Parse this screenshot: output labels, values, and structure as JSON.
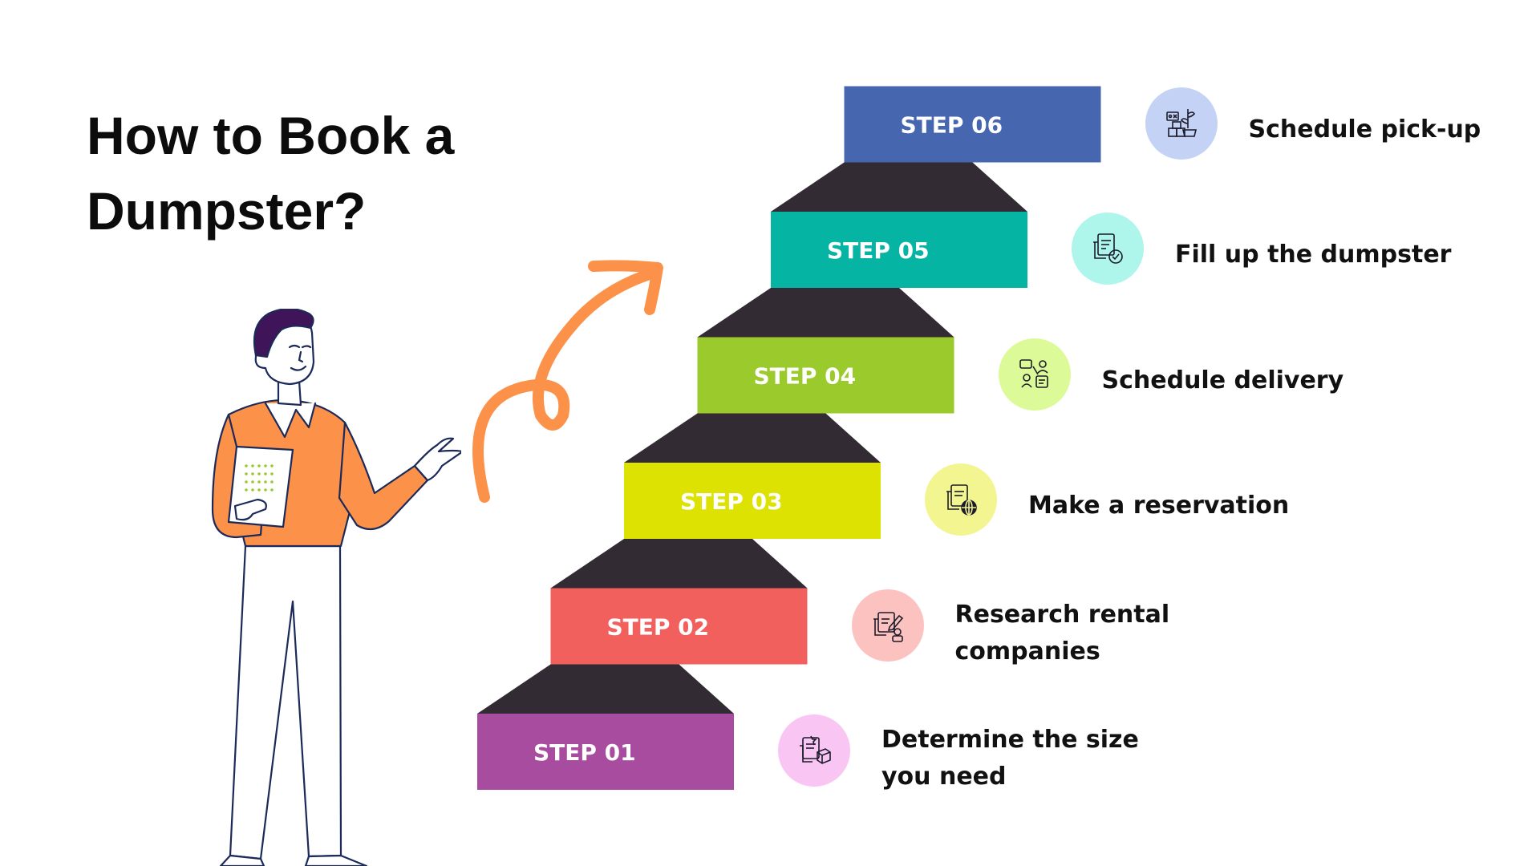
{
  "title": [
    "How to Book a",
    "Dumpster?"
  ],
  "steps": [
    {
      "label": "STEP 01",
      "color": "#a84c9f",
      "icon": "document-box-icon",
      "icon_bg": "#f9c6f4",
      "description": [
        "Determine the size",
        "you need"
      ]
    },
    {
      "label": "STEP 02",
      "color": "#f2605e",
      "icon": "document-edit-person-icon",
      "icon_bg": "#fcc2c0",
      "description": [
        "Research rental",
        "companies"
      ]
    },
    {
      "label": "STEP 03",
      "color": "#dde203",
      "icon": "document-globe-icon",
      "icon_bg": "#f3f590",
      "description": [
        "Make a reservation"
      ]
    },
    {
      "label": "STEP 04",
      "color": "#9bca2d",
      "icon": "team-chat-icon",
      "icon_bg": "#dcfb98",
      "description": [
        "Schedule delivery"
      ]
    },
    {
      "label": "STEP 05",
      "color": "#06b4a4",
      "icon": "document-check-icon",
      "icon_bg": "#aef5ec",
      "description": [
        "Fill up the dumpster"
      ]
    },
    {
      "label": "STEP 06",
      "color": "#4766b0",
      "icon": "delivery-pickup-icon",
      "icon_bg": "#c4d3f5",
      "description": [
        "Schedule pick-up"
      ]
    }
  ],
  "colors": {
    "connector": "#332b33",
    "arrow": "#fc924a",
    "shirt": "#fc924a",
    "outline": "#1b2a59",
    "hair": "#3f1458"
  }
}
